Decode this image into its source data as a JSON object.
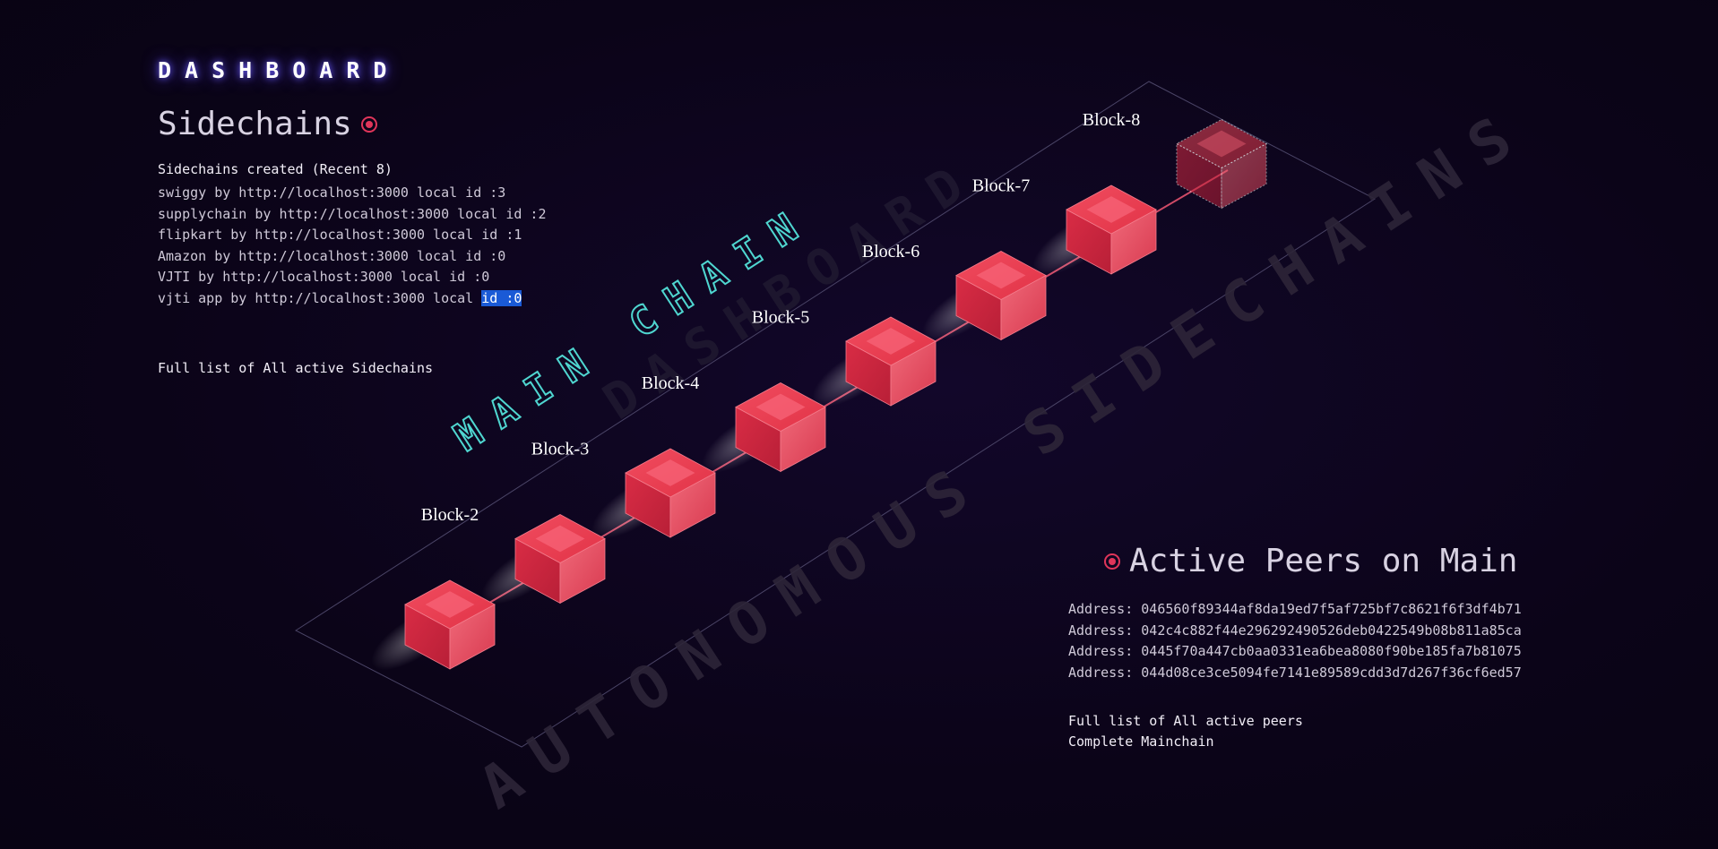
{
  "dashboard": {
    "title": "DASHBOARD"
  },
  "sidechains": {
    "title": "Sidechains",
    "recent_heading": "Sidechains created (Recent 8)",
    "items": [
      "swiggy by http://localhost:3000 local id :3",
      "supplychain by http://localhost:3000 local id :2",
      "flipkart by http://localhost:3000 local id :1",
      "Amazon by http://localhost:3000 local id :0",
      "VJTI by http://localhost:3000 local id :0"
    ],
    "last_item_prefix": "vjti app by http://localhost:3000 local ",
    "last_item_selected": "id :0",
    "full_list_link": "Full list of All active Sidechains"
  },
  "scene": {
    "mainchain_text": "MAIN CHAIN",
    "background_text_1": "DASHBOARD",
    "background_text_2": "AUTONOMOUS SIDECHAINS",
    "blocks": [
      "Block-2",
      "Block-3",
      "Block-4",
      "Block-5",
      "Block-6",
      "Block-7",
      "Block-8"
    ]
  },
  "peers": {
    "title": "Active Peers on Main",
    "addresses": [
      "Address: 046560f89344af8da19ed7f5af725bf7c8621f6f3df4b71",
      "Address: 042c4c882f44e296292490526deb0422549b08b811a85ca",
      "Address: 0445f70a447cb0aa0331ea6bea8080f90be185fa7b81075",
      "Address: 044d08ce3ce5094fe7141e89589cdd3d7d267f36cf6ed57"
    ],
    "full_list_link": "Full list of All active peers",
    "mainchain_link": "Complete Mainchain"
  },
  "colors": {
    "background": "#0b0418",
    "accent": "#e0355a",
    "block_red": "#e23b4e",
    "selection": "#1a5ad6"
  }
}
